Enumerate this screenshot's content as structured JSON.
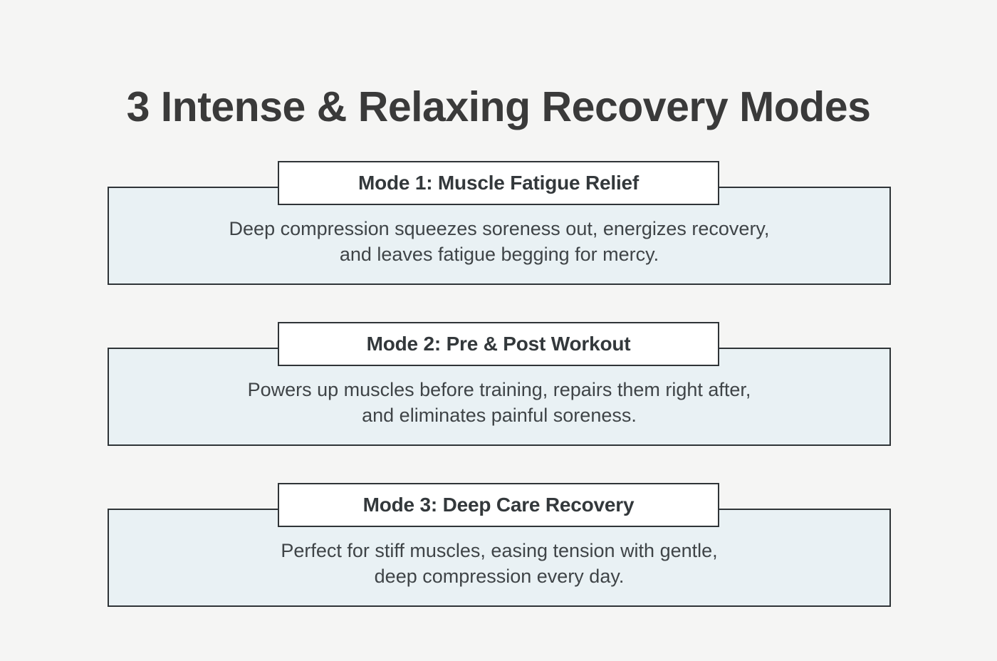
{
  "page": {
    "background_color": "#f5f5f4",
    "title": "3 Intense & Relaxing Recovery Modes",
    "title_color": "#3a3a3a"
  },
  "theme": {
    "card_background": "#e9f1f4",
    "card_border": "#2f3437",
    "header_background": "#ffffff",
    "body_text_color": "#3f4447",
    "header_text_color": "#33383b"
  },
  "modes": [
    {
      "title": "Mode 1: Muscle Fatigue Relief",
      "description": "Deep compression squeezes soreness out, energizes recovery,\nand leaves fatigue begging for mercy."
    },
    {
      "title": "Mode 2: Pre & Post Workout",
      "description": "Powers up muscles before training, repairs them right after,\nand eliminates painful soreness."
    },
    {
      "title": "Mode 3: Deep Care Recovery",
      "description": "Perfect for stiff muscles, easing tension with gentle,\ndeep compression every day."
    }
  ]
}
